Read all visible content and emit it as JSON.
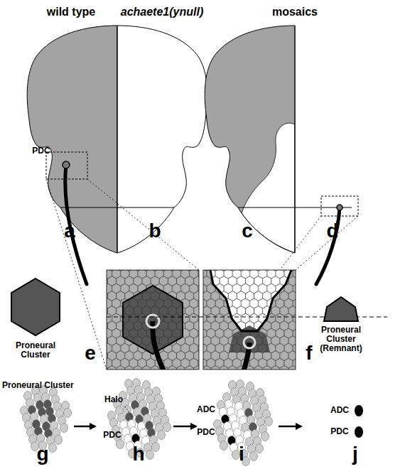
{
  "diagram": {
    "labels": [
      "wild type",
      "achaete1(ynull)",
      "mosaics",
      "PDC",
      "a",
      "b",
      "c",
      "d",
      "Proneural Cluster",
      "e",
      "f",
      "Proneural Cluster (Remnant)",
      "Proneural Cluster",
      "Halo",
      "PDC",
      "ADC",
      "PDC",
      "ADC",
      "PDC",
      "g",
      "h",
      "i",
      "j"
    ]
  }
}
